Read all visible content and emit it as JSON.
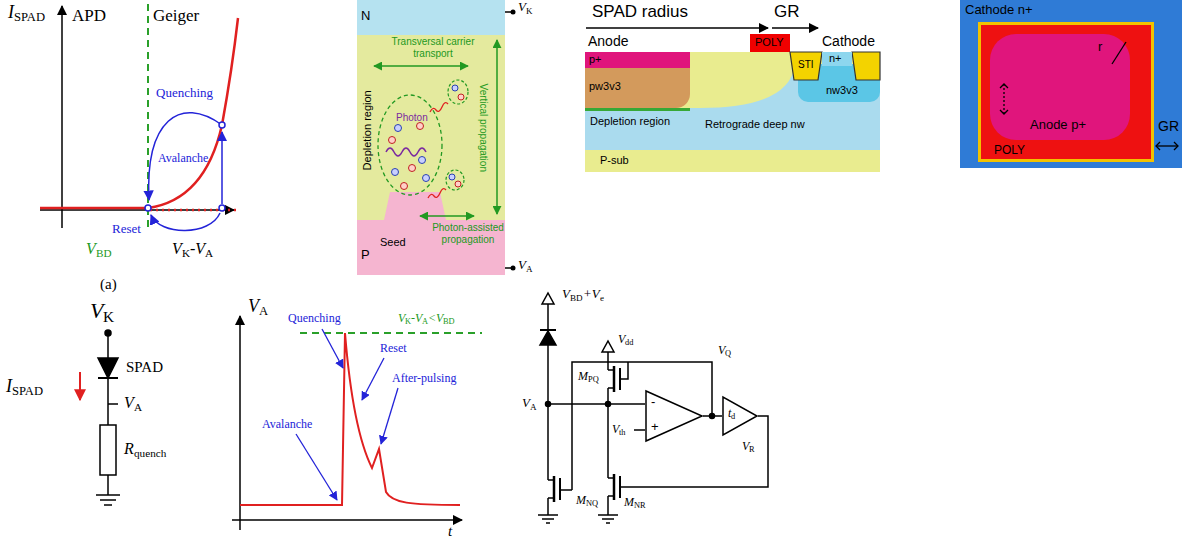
{
  "diagram": {
    "nodes": [
      {
        "text": [
          "N"
        ]
      },
      {
        "text": [
          "Depletion region"
        ]
      },
      {
        "text": [
          "P"
        ]
      },
      {
        "text": [
          "POLY"
        ]
      },
      {
        "text": [
          "p+"
        ]
      },
      {
        "text": [
          "STI"
        ]
      },
      {
        "text": [
          "n+"
        ]
      },
      {
        "text": [
          "pw3v3"
        ]
      },
      {
        "text": [
          "nw3v3"
        ]
      },
      {
        "text": [
          "Cathode n+"
        ]
      },
      {
        "text": [
          "POLY"
        ],
        "in": 9
      },
      {
        "text": [
          "Anode p+"
        ],
        "in": 10
      },
      {
        "text": [
          "-",
          "+"
        ]
      },
      {
        "text": [
          "t",
          "d"
        ]
      }
    ],
    "edges": [
      {
        "from": 12,
        "to": 13,
        "arrow": "none"
      }
    ],
    "labels": [
      "I",
      "SPAD",
      "APD",
      "Geiger",
      "Quenching",
      "Avalanche",
      "Reset",
      "V",
      "BD",
      "V",
      "K",
      "-V",
      "A",
      "(a)",
      "V",
      "K",
      "Transversal carrier transport",
      "Photon",
      "Vertical propagation",
      "Seed",
      "Photon-assisted propagation",
      "V",
      "A",
      "SPAD radius",
      "GR",
      "Anode",
      "Cathode",
      "Depletion region",
      "Retrograde deep nw",
      "P-sub",
      "r",
      "GR",
      "V",
      "K",
      "I",
      "SPAD",
      "SPAD",
      "V",
      "A",
      "R",
      "quench",
      "V",
      "A",
      "Quenching",
      "Reset",
      "V",
      "K",
      "-V",
      "A",
      "<V",
      "BD",
      "After-pulsing",
      "Avalanche",
      "t",
      "V",
      "BD",
      "+V",
      "e",
      "V",
      "dd",
      "M",
      "PQ",
      "V",
      "Q",
      "V",
      "A",
      "V",
      "th",
      "V",
      "R",
      "M",
      "NQ",
      "M",
      "NR"
    ]
  }
}
